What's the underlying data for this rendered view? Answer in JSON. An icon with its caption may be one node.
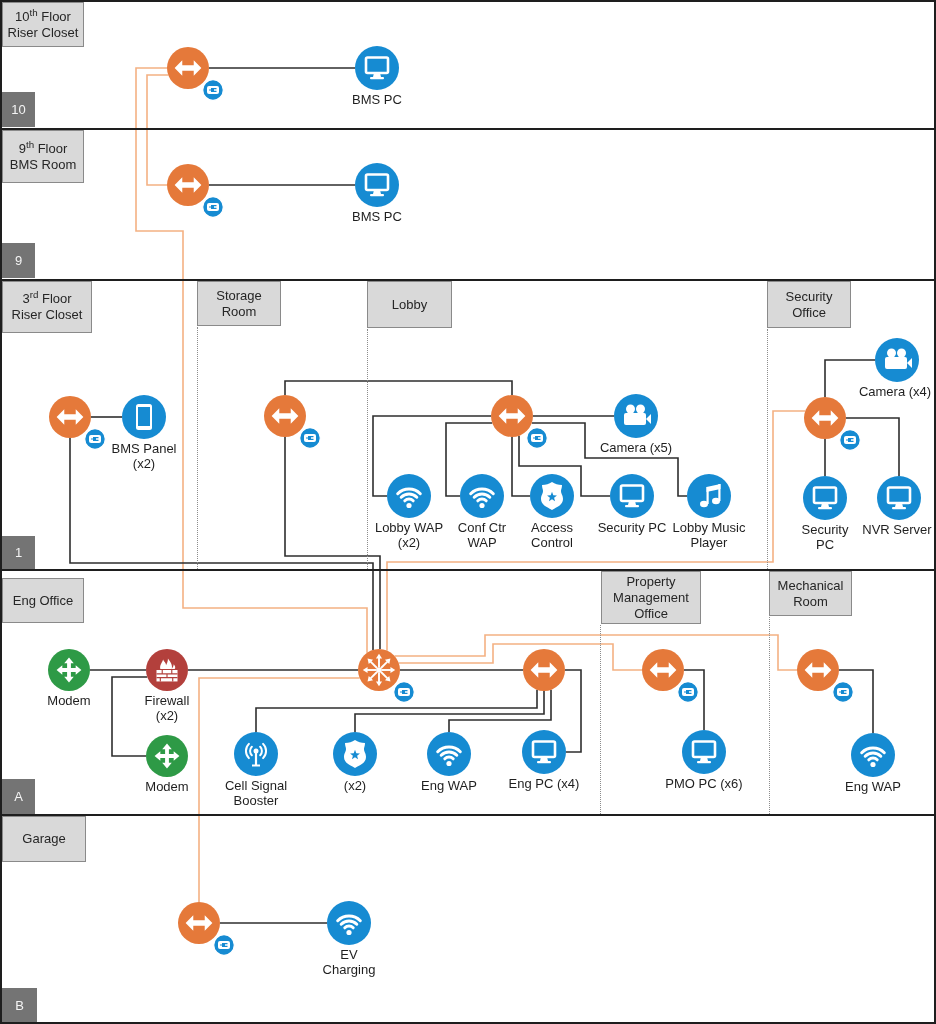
{
  "diagram": {
    "nodes": [
      {
        "text": [
          "10"
        ]
      },
      {
        "text": [
          "10$^{th}$ Floor Riser Closet"
        ],
        "in": 0
      },
      {
        "text": [],
        "shape": "circle",
        "in": 0
      },
      {
        "text": [],
        "shape": "circle",
        "in": 0,
        "beside": [
          "BMS PC"
        ]
      },
      {
        "text": [
          "9"
        ]
      },
      {
        "text": [
          "9$^{th}$ Floor BMS Room"
        ],
        "in": 4
      },
      {
        "text": [],
        "shape": "circle",
        "in": 4
      },
      {
        "text": [],
        "shape": "circle",
        "in": 4,
        "beside": [
          "BMS PC"
        ]
      },
      {
        "text": [
          "1"
        ]
      },
      {
        "text": [
          "3$^{rd}$ Floor Riser Closet"
        ],
        "in": 8
      },
      {
        "text": [
          "Storage Room"
        ],
        "in": 8
      },
      {
        "text": [
          "Lobby"
        ],
        "in": 8
      },
      {
        "text": [
          "Security Office"
        ],
        "in": 8
      },
      {
        "text": [],
        "shape": "circle",
        "in": 8
      },
      {
        "text": [],
        "shape": "circle",
        "in": 8,
        "beside": [
          "BMS Panel (x2)"
        ]
      },
      {
        "text": [],
        "shape": "circle",
        "in": 8
      },
      {
        "text": [],
        "shape": "circle",
        "in": 8
      },
      {
        "text": [],
        "shape": "circle",
        "in": 8,
        "beside": [
          "Camera (x5)"
        ]
      },
      {
        "text": [],
        "shape": "circle",
        "in": 8,
        "beside": [
          "Lobby WAP (x2)"
        ]
      },
      {
        "text": [],
        "shape": "circle",
        "in": 8,
        "beside": [
          "Conf Ctr WAP"
        ]
      },
      {
        "text": [],
        "shape": "circle",
        "in": 8,
        "beside": [
          "Access Control"
        ]
      },
      {
        "text": [],
        "shape": "circle",
        "in": 8,
        "beside": [
          "Security PC"
        ]
      },
      {
        "text": [],
        "shape": "circle",
        "in": 8,
        "beside": [
          "Lobby Music Player"
        ]
      },
      {
        "text": [],
        "shape": "circle",
        "in": 8
      },
      {
        "text": [],
        "shape": "circle",
        "in": 8,
        "beside": [
          "Camera (x4)"
        ]
      },
      {
        "text": [],
        "shape": "circle",
        "in": 8,
        "beside": [
          "Security PC"
        ]
      },
      {
        "text": [],
        "shape": "circle",
        "in": 8,
        "beside": [
          "NVR Server"
        ]
      },
      {
        "text": [
          "A"
        ]
      },
      {
        "text": [
          "Eng Office"
        ],
        "in": 27
      },
      {
        "text": [
          "Property Management Office"
        ],
        "in": 27
      },
      {
        "text": [
          "Mechanical Room"
        ],
        "in": 27
      },
      {
        "text": [],
        "shape": "circle",
        "in": 27,
        "beside": [
          "Modem"
        ]
      },
      {
        "text": [],
        "shape": "circle",
        "in": 27,
        "beside": [
          "Firewall (x2)"
        ]
      },
      {
        "text": [],
        "shape": "circle",
        "in": 27,
        "beside": [
          "Modem"
        ]
      },
      {
        "text": [],
        "shape": "circle",
        "in": 27
      },
      {
        "text": [],
        "shape": "circle",
        "in": 27
      },
      {
        "text": [],
        "shape": "circle",
        "in": 27,
        "beside": [
          "Cell Signal Booster"
        ]
      },
      {
        "text": [],
        "shape": "circle",
        "in": 27,
        "beside": [
          "(x2)"
        ]
      },
      {
        "text": [],
        "shape": "circle",
        "in": 27,
        "beside": [
          "Eng WAP"
        ]
      },
      {
        "text": [],
        "shape": "circle",
        "in": 27,
        "beside": [
          "Eng PC (x4)"
        ]
      },
      {
        "text": [],
        "shape": "circle",
        "in": 27
      },
      {
        "text": [],
        "shape": "circle",
        "in": 27,
        "beside": [
          "PMO PC (x6)"
        ]
      },
      {
        "text": [],
        "shape": "circle",
        "in": 27
      },
      {
        "text": [],
        "shape": "circle",
        "in": 27,
        "beside": [
          "Eng WAP"
        ]
      },
      {
        "text": [
          "B"
        ]
      },
      {
        "text": [
          "Garage"
        ],
        "in": 44
      },
      {
        "text": [],
        "shape": "circle",
        "in": 44
      },
      {
        "text": [],
        "shape": "circle",
        "in": 44,
        "beside": [
          "EV Charging"
        ]
      }
    ],
    "edges": [
      {
        "from": 2,
        "to": 3,
        "arrow": "none"
      },
      {
        "from": 6,
        "to": 7,
        "arrow": "none"
      },
      {
        "from": 34,
        "to": 2,
        "arrow": "none",
        "color": "#f4b183"
      },
      {
        "from": 2,
        "to": 6,
        "arrow": "none",
        "color": "#f4b183"
      },
      {
        "from": 13,
        "to": 14,
        "arrow": "none"
      },
      {
        "from": 34,
        "to": 13,
        "arrow": "none"
      },
      {
        "from": 34,
        "to": 15,
        "arrow": "none"
      },
      {
        "from": 15,
        "to": 16,
        "arrow": "none"
      },
      {
        "from": 16,
        "to": 17,
        "arrow": "none"
      },
      {
        "from": 16,
        "to": 18,
        "arrow": "none"
      },
      {
        "from": 16,
        "to": 19,
        "arrow": "none"
      },
      {
        "from": 16,
        "to": 20,
        "arrow": "none"
      },
      {
        "from": 16,
        "to": 21,
        "arrow": "none"
      },
      {
        "from": 16,
        "to": 22,
        "arrow": "none"
      },
      {
        "from": 23,
        "to": 24,
        "arrow": "none"
      },
      {
        "from": 23,
        "to": 25,
        "arrow": "none"
      },
      {
        "from": 23,
        "to": 26,
        "arrow": "none"
      },
      {
        "from": 34,
        "to": 23,
        "arrow": "none",
        "color": "#f4b183"
      },
      {
        "from": 31,
        "to": 32,
        "arrow": "none"
      },
      {
        "from": 33,
        "to": 32,
        "arrow": "none"
      },
      {
        "from": 32,
        "to": 34,
        "arrow": "none"
      },
      {
        "from": 34,
        "to": 35,
        "arrow": "none"
      },
      {
        "from": 35,
        "to": 36,
        "arrow": "none"
      },
      {
        "from": 35,
        "to": 37,
        "arrow": "none"
      },
      {
        "from": 35,
        "to": 38,
        "arrow": "none"
      },
      {
        "from": 35,
        "to": 39,
        "arrow": "none"
      },
      {
        "from": 34,
        "to": 40,
        "arrow": "none",
        "color": "#f4b183"
      },
      {
        "from": 40,
        "to": 41,
        "arrow": "none"
      },
      {
        "from": 34,
        "to": 42,
        "arrow": "none",
        "color": "#f4b183"
      },
      {
        "from": 42,
        "to": 43,
        "arrow": "none"
      },
      {
        "from": 34,
        "to": 46,
        "arrow": "none",
        "color": "#f4b183"
      },
      {
        "from": 46,
        "to": 47,
        "arrow": "none"
      }
    ]
  }
}
